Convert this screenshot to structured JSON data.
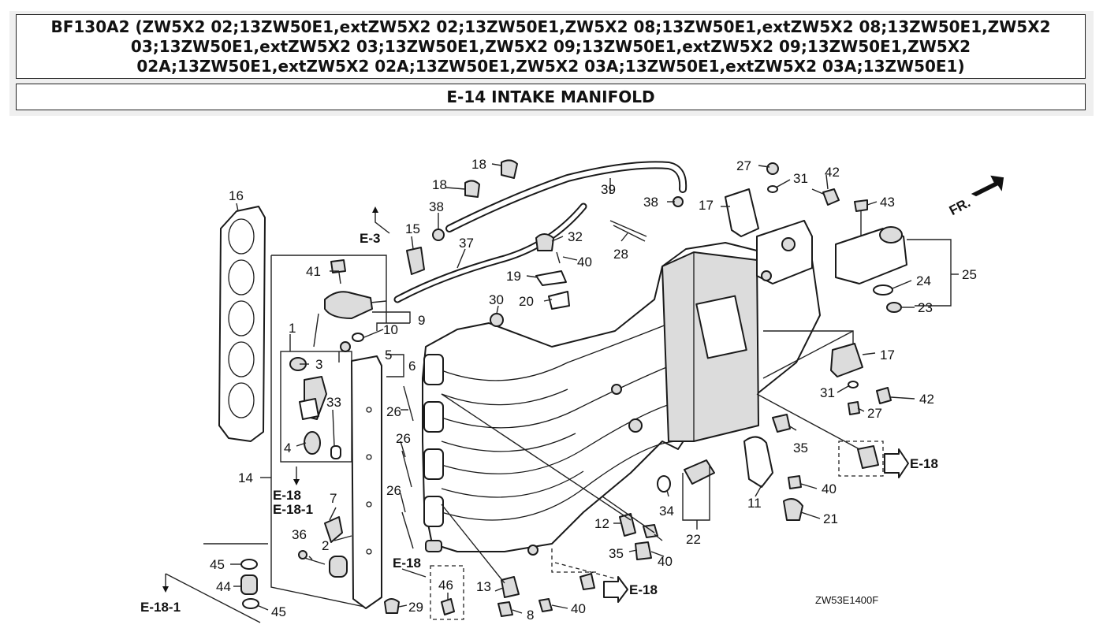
{
  "header": {
    "title_lines": [
      "BF130A2 (ZW5X2 02;13ZW50E1,extZW5X2 02;13ZW50E1,ZW5X2 08;13ZW50E1,extZW5X2 08;13ZW50E1,ZW5X2",
      "03;13ZW50E1,extZW5X2 03;13ZW50E1,ZW5X2 09;13ZW50E1,extZW5X2 09;13ZW50E1,ZW5X2",
      "02A;13ZW50E1,extZW5X2 02A;13ZW50E1,ZW5X2 03A;13ZW50E1,extZW5X2 03A;13ZW50E1)"
    ],
    "section": "E-14 INTAKE MANIFOLD"
  },
  "diagram": {
    "callouts": {
      "c1": "1",
      "c2": "2",
      "c3": "3",
      "c4": "4",
      "c5": "5",
      "c6": "6",
      "c7": "7",
      "c8": "8",
      "c9": "9",
      "c10": "10",
      "c11": "11",
      "c12": "12",
      "c13": "13",
      "c14": "14",
      "c15": "15",
      "c16": "16",
      "c17": "17",
      "c18": "18",
      "c19": "19",
      "c20": "20",
      "c21": "21",
      "c22": "22",
      "c23": "23",
      "c24": "24",
      "c25": "25",
      "c26": "26",
      "c27": "27",
      "c28": "28",
      "c29": "29",
      "c30": "30",
      "c31": "31",
      "c32": "32",
      "c33": "33",
      "c34": "34",
      "c35": "35",
      "c36": "36",
      "c37": "37",
      "c38": "38",
      "c39": "39",
      "c40": "40",
      "c41": "41",
      "c42": "42",
      "c43": "43",
      "c44": "44",
      "c45": "45",
      "c46": "46"
    },
    "refs": {
      "e3": "E-3",
      "e18": "E-18",
      "e18_1": "E-18-1"
    },
    "front_marker": "FR.",
    "drawing_code": "ZW53E1400F"
  }
}
